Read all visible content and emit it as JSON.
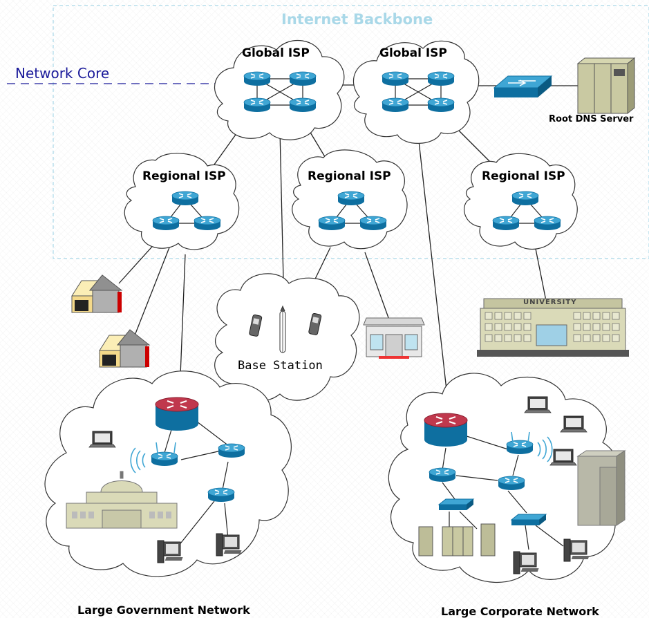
{
  "labels": {
    "internet_backbone": "Internet Backbone",
    "network_core": "Network Core",
    "global_isp": "Global ISP",
    "regional_isp": "Regional ISP",
    "root_dns": "Root DNS Server",
    "base_station": "Base Station",
    "university": "UNIVERSITY",
    "gov_network": "Large Government Network",
    "corp_network": "Large Corporate Network"
  },
  "colors": {
    "router_top": "#3fa6d4",
    "router_side": "#0e6fa0",
    "core_router_top": "#c0384d",
    "backbone_box": "#a9d8e8",
    "core_line": "#1a1a9a",
    "link": "#222222"
  }
}
